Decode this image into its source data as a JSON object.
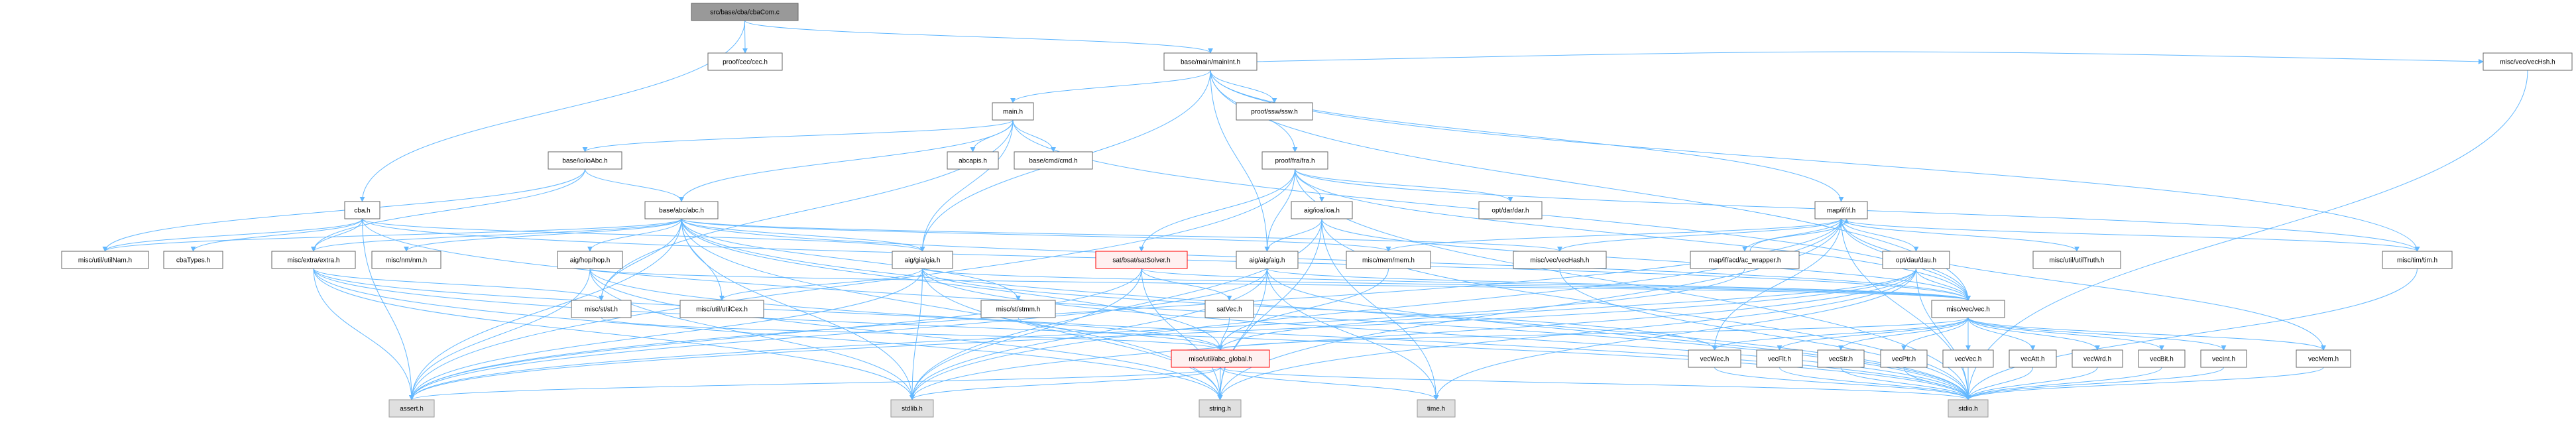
{
  "title": "src/base/cba/cbaCom.c",
  "colors": {
    "edge": "#63b8ff",
    "root_fill": "#999999",
    "system_fill": "#e0e0e0",
    "warn_border": "#ff0000",
    "warn_fill": "#fff0f0"
  },
  "nodes": [
    {
      "id": "cbaCom",
      "label": "src/base/cba/cbaCom.c",
      "kind": "root"
    },
    {
      "id": "cec",
      "label": "proof/cec/cec.h",
      "kind": "normal"
    },
    {
      "id": "mainInt",
      "label": "base/main/mainInt.h",
      "kind": "normal"
    },
    {
      "id": "vecHsh",
      "label": "misc/vec/vecHsh.h",
      "kind": "normal"
    },
    {
      "id": "main",
      "label": "main.h",
      "kind": "normal"
    },
    {
      "id": "ssw",
      "label": "proof/ssw/ssw.h",
      "kind": "normal"
    },
    {
      "id": "ioAbc",
      "label": "base/io/ioAbc.h",
      "kind": "normal"
    },
    {
      "id": "abcapis",
      "label": "abcapis.h",
      "kind": "normal"
    },
    {
      "id": "cmd",
      "label": "base/cmd/cmd.h",
      "kind": "normal"
    },
    {
      "id": "fra",
      "label": "proof/fra/fra.h",
      "kind": "normal"
    },
    {
      "id": "cba",
      "label": "cba.h",
      "kind": "normal"
    },
    {
      "id": "abc",
      "label": "base/abc/abc.h",
      "kind": "normal"
    },
    {
      "id": "ioa",
      "label": "aig/ioa/ioa.h",
      "kind": "normal"
    },
    {
      "id": "dar",
      "label": "opt/dar/dar.h",
      "kind": "normal"
    },
    {
      "id": "if",
      "label": "map/if/if.h",
      "kind": "normal"
    },
    {
      "id": "utilNam",
      "label": "misc/util/utilNam.h",
      "kind": "normal"
    },
    {
      "id": "cbaTypes",
      "label": "cbaTypes.h",
      "kind": "normal"
    },
    {
      "id": "extra",
      "label": "misc/extra/extra.h",
      "kind": "normal"
    },
    {
      "id": "nm",
      "label": "misc/nm/nm.h",
      "kind": "normal"
    },
    {
      "id": "hop",
      "label": "aig/hop/hop.h",
      "kind": "normal"
    },
    {
      "id": "gia",
      "label": "aig/gia/gia.h",
      "kind": "normal"
    },
    {
      "id": "satSolver",
      "label": "sat/bsat/satSolver.h",
      "kind": "warn"
    },
    {
      "id": "aig",
      "label": "aig/aig/aig.h",
      "kind": "normal"
    },
    {
      "id": "mem",
      "label": "misc/mem/mem.h",
      "kind": "normal"
    },
    {
      "id": "vecHash",
      "label": "misc/vec/vecHash.h",
      "kind": "normal"
    },
    {
      "id": "acw",
      "label": "map/if/acd/ac_wrapper.h",
      "kind": "normal"
    },
    {
      "id": "dau",
      "label": "opt/dau/dau.h",
      "kind": "normal"
    },
    {
      "id": "utilTruth",
      "label": "misc/util/utilTruth.h",
      "kind": "normal"
    },
    {
      "id": "tim",
      "label": "misc/tim/tim.h",
      "kind": "normal"
    },
    {
      "id": "st",
      "label": "misc/st/st.h",
      "kind": "normal"
    },
    {
      "id": "utilCex",
      "label": "misc/util/utilCex.h",
      "kind": "normal"
    },
    {
      "id": "stmm",
      "label": "misc/st/stmm.h",
      "kind": "normal"
    },
    {
      "id": "satVec",
      "label": "satVec.h",
      "kind": "normal"
    },
    {
      "id": "vec",
      "label": "misc/vec/vec.h",
      "kind": "normal"
    },
    {
      "id": "abcGlobal",
      "label": "misc/util/abc_global.h",
      "kind": "warn"
    },
    {
      "id": "vecWec",
      "label": "vecWec.h",
      "kind": "normal"
    },
    {
      "id": "vecFlt",
      "label": "vecFlt.h",
      "kind": "normal"
    },
    {
      "id": "vecStr",
      "label": "vecStr.h",
      "kind": "normal"
    },
    {
      "id": "vecPtr",
      "label": "vecPtr.h",
      "kind": "normal"
    },
    {
      "id": "vecVec",
      "label": "vecVec.h",
      "kind": "normal"
    },
    {
      "id": "vecAtt",
      "label": "vecAtt.h",
      "kind": "normal"
    },
    {
      "id": "vecWrd",
      "label": "vecWrd.h",
      "kind": "normal"
    },
    {
      "id": "vecBit",
      "label": "vecBit.h",
      "kind": "normal"
    },
    {
      "id": "vecInt",
      "label": "vecInt.h",
      "kind": "normal"
    },
    {
      "id": "vecMem",
      "label": "vecMem.h",
      "kind": "normal"
    },
    {
      "id": "assert",
      "label": "assert.h",
      "kind": "system"
    },
    {
      "id": "stdlib",
      "label": "stdlib.h",
      "kind": "system"
    },
    {
      "id": "string",
      "label": "string.h",
      "kind": "system"
    },
    {
      "id": "time",
      "label": "time.h",
      "kind": "system"
    },
    {
      "id": "stdio",
      "label": "stdio.h",
      "kind": "system"
    }
  ],
  "edges": [
    [
      "cbaCom",
      "cba"
    ],
    [
      "cbaCom",
      "cec"
    ],
    [
      "cbaCom",
      "mainInt"
    ],
    [
      "mainInt",
      "main"
    ],
    [
      "mainInt",
      "ssw"
    ],
    [
      "mainInt",
      "fra"
    ],
    [
      "mainInt",
      "gia"
    ],
    [
      "mainInt",
      "aig"
    ],
    [
      "mainInt",
      "if"
    ],
    [
      "mainInt",
      "tim"
    ],
    [
      "mainInt",
      "vecHsh"
    ],
    [
      "mainInt",
      "vec"
    ],
    [
      "main",
      "ioAbc"
    ],
    [
      "main",
      "abcapis"
    ],
    [
      "main",
      "cmd"
    ],
    [
      "main",
      "abc"
    ],
    [
      "main",
      "gia"
    ],
    [
      "main",
      "st"
    ],
    [
      "main",
      "vec"
    ],
    [
      "ioAbc",
      "abc"
    ],
    [
      "ioAbc",
      "extra"
    ],
    [
      "ioAbc",
      "utilNam"
    ],
    [
      "cba",
      "utilNam"
    ],
    [
      "cba",
      "cbaTypes"
    ],
    [
      "cba",
      "extra"
    ],
    [
      "cba",
      "gia"
    ],
    [
      "cba",
      "vec"
    ],
    [
      "cba",
      "assert"
    ],
    [
      "cba",
      "stdio"
    ],
    [
      "abc",
      "hop"
    ],
    [
      "abc",
      "extra"
    ],
    [
      "abc",
      "nm"
    ],
    [
      "abc",
      "st"
    ],
    [
      "abc",
      "utilCex"
    ],
    [
      "abc",
      "gia"
    ],
    [
      "abc",
      "stmm"
    ],
    [
      "abc",
      "mem"
    ],
    [
      "abc",
      "vecHash"
    ],
    [
      "abc",
      "vec"
    ],
    [
      "abc",
      "abcGlobal"
    ],
    [
      "abc",
      "utilNam"
    ],
    [
      "abc",
      "assert"
    ],
    [
      "abc",
      "stdlib"
    ],
    [
      "abc",
      "string"
    ],
    [
      "abc",
      "stdio"
    ],
    [
      "fra",
      "satSolver"
    ],
    [
      "fra",
      "aig"
    ],
    [
      "fra",
      "ioa"
    ],
    [
      "fra",
      "dar"
    ],
    [
      "fra",
      "vec"
    ],
    [
      "fra",
      "tim"
    ],
    [
      "fra",
      "assert"
    ],
    [
      "fra",
      "stdio"
    ],
    [
      "ioa",
      "aig"
    ],
    [
      "ioa",
      "vec"
    ],
    [
      "ioa",
      "stdio"
    ],
    [
      "ioa",
      "string"
    ],
    [
      "ioa",
      "stdlib"
    ],
    [
      "ioa",
      "time"
    ],
    [
      "extra",
      "assert"
    ],
    [
      "extra",
      "stdlib"
    ],
    [
      "extra",
      "string"
    ],
    [
      "extra",
      "stdio"
    ],
    [
      "extra",
      "st"
    ],
    [
      "extra",
      "abcGlobal"
    ],
    [
      "hop",
      "assert"
    ],
    [
      "hop",
      "stdlib"
    ],
    [
      "hop",
      "string"
    ],
    [
      "hop",
      "stdio"
    ],
    [
      "hop",
      "vec"
    ],
    [
      "gia",
      "stdlib"
    ],
    [
      "gia",
      "string"
    ],
    [
      "gia",
      "stdio"
    ],
    [
      "gia",
      "vec"
    ],
    [
      "gia",
      "utilCex"
    ],
    [
      "gia",
      "assert"
    ],
    [
      "gia",
      "vecWec"
    ],
    [
      "satSolver",
      "satVec"
    ],
    [
      "satSolver",
      "stdlib"
    ],
    [
      "satSolver",
      "string"
    ],
    [
      "satSolver",
      "assert"
    ],
    [
      "satSolver",
      "vec"
    ],
    [
      "satVec",
      "abcGlobal"
    ],
    [
      "aig",
      "stdlib"
    ],
    [
      "aig",
      "string"
    ],
    [
      "aig",
      "stdio"
    ],
    [
      "aig",
      "assert"
    ],
    [
      "aig",
      "vec"
    ],
    [
      "aig",
      "time"
    ],
    [
      "st",
      "abcGlobal"
    ],
    [
      "stmm",
      "abcGlobal"
    ],
    [
      "mem",
      "abcGlobal"
    ],
    [
      "vecHash",
      "stdio"
    ],
    [
      "if",
      "acw"
    ],
    [
      "if",
      "dau"
    ],
    [
      "if",
      "mem"
    ],
    [
      "if",
      "vecHash"
    ],
    [
      "if",
      "vec"
    ],
    [
      "if",
      "utilTruth"
    ],
    [
      "if",
      "tim"
    ],
    [
      "if",
      "stdio"
    ],
    [
      "if",
      "string"
    ],
    [
      "if",
      "stdlib"
    ],
    [
      "if",
      "assert"
    ],
    [
      "if",
      "vecMem"
    ],
    [
      "if",
      "vecWec"
    ],
    [
      "acw",
      "if"
    ],
    [
      "acw",
      "assert"
    ],
    [
      "dau",
      "vec"
    ],
    [
      "dau",
      "stdlib"
    ],
    [
      "dau",
      "string"
    ],
    [
      "dau",
      "stdio"
    ],
    [
      "dau",
      "assert"
    ],
    [
      "dau",
      "time"
    ],
    [
      "dau",
      "abcGlobal"
    ],
    [
      "vec",
      "vecInt"
    ],
    [
      "vec",
      "vecFlt"
    ],
    [
      "vec",
      "vecStr"
    ],
    [
      "vec",
      "vecPtr"
    ],
    [
      "vec",
      "vecVec"
    ],
    [
      "vec",
      "vecAtt"
    ],
    [
      "vec",
      "vecWrd"
    ],
    [
      "vec",
      "vecBit"
    ],
    [
      "vec",
      "vecMem"
    ],
    [
      "vec",
      "vecWec"
    ],
    [
      "vec",
      "abcGlobal"
    ],
    [
      "vec",
      "stdio"
    ],
    [
      "vecWec",
      "stdio"
    ],
    [
      "vecFlt",
      "stdio"
    ],
    [
      "vecStr",
      "stdio"
    ],
    [
      "vecPtr",
      "stdio"
    ],
    [
      "vecVec",
      "stdio"
    ],
    [
      "vecAtt",
      "stdio"
    ],
    [
      "vecWrd",
      "stdio"
    ],
    [
      "vecBit",
      "stdio"
    ],
    [
      "vecInt",
      "stdio"
    ],
    [
      "vecMem",
      "stdio"
    ],
    [
      "abcGlobal",
      "stdio"
    ],
    [
      "abcGlobal",
      "stdlib"
    ],
    [
      "abcGlobal",
      "assert"
    ],
    [
      "abcGlobal",
      "time"
    ],
    [
      "abcGlobal",
      "string"
    ],
    [
      "vecHsh",
      "stdio"
    ],
    [
      "tim",
      "stdio"
    ]
  ]
}
